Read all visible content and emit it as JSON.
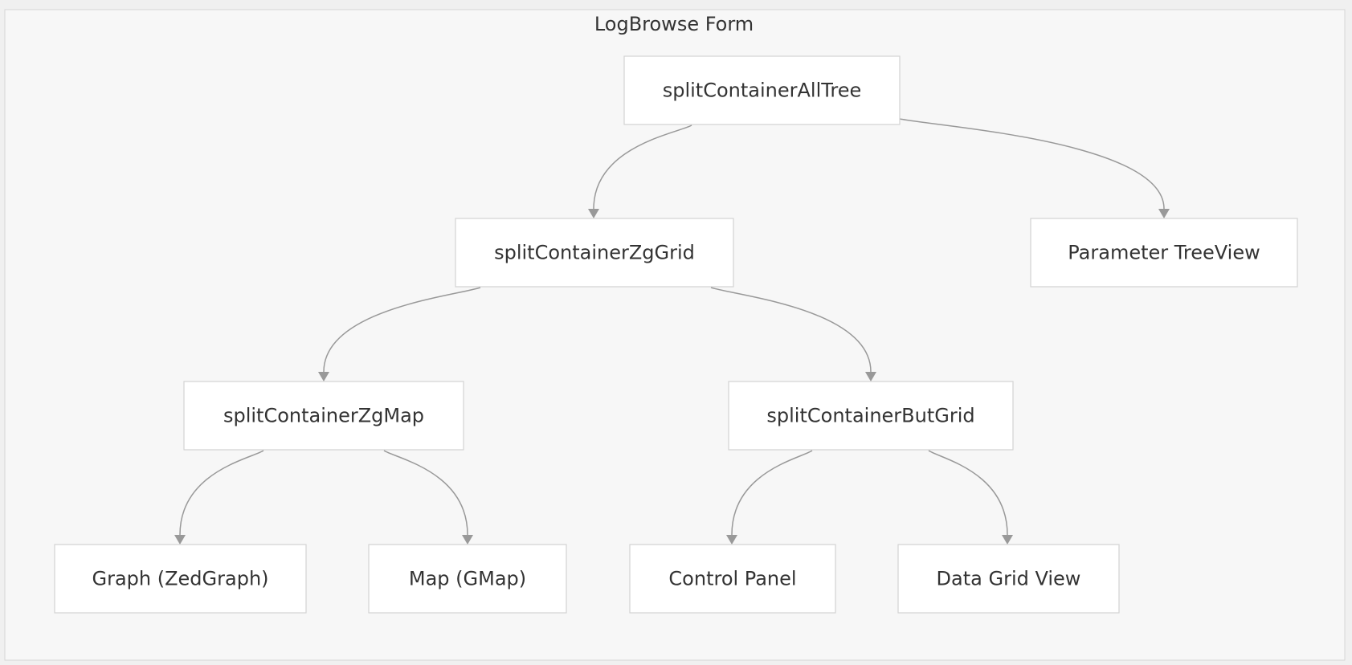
{
  "diagram": {
    "title": "LogBrowse Form",
    "colors": {
      "background": "#f7f7f7",
      "node_fill": "#ffffff",
      "node_stroke": "#d3d3d3",
      "edge": "#999999",
      "text": "#333333"
    },
    "nodes": [
      {
        "id": "allTree",
        "label": "splitContainerAllTree"
      },
      {
        "id": "zgGrid",
        "label": "splitContainerZgGrid"
      },
      {
        "id": "paramTree",
        "label": "Parameter TreeView"
      },
      {
        "id": "zgMap",
        "label": "splitContainerZgMap"
      },
      {
        "id": "butGrid",
        "label": "splitContainerButGrid"
      },
      {
        "id": "graph",
        "label": "Graph (ZedGraph)"
      },
      {
        "id": "map",
        "label": "Map (GMap)"
      },
      {
        "id": "controlPanel",
        "label": "Control Panel"
      },
      {
        "id": "dataGrid",
        "label": "Data Grid View"
      }
    ],
    "edges": [
      {
        "from": "allTree",
        "to": "zgGrid"
      },
      {
        "from": "allTree",
        "to": "paramTree"
      },
      {
        "from": "zgGrid",
        "to": "zgMap"
      },
      {
        "from": "zgGrid",
        "to": "butGrid"
      },
      {
        "from": "zgMap",
        "to": "graph"
      },
      {
        "from": "zgMap",
        "to": "map"
      },
      {
        "from": "butGrid",
        "to": "controlPanel"
      },
      {
        "from": "butGrid",
        "to": "dataGrid"
      }
    ]
  }
}
